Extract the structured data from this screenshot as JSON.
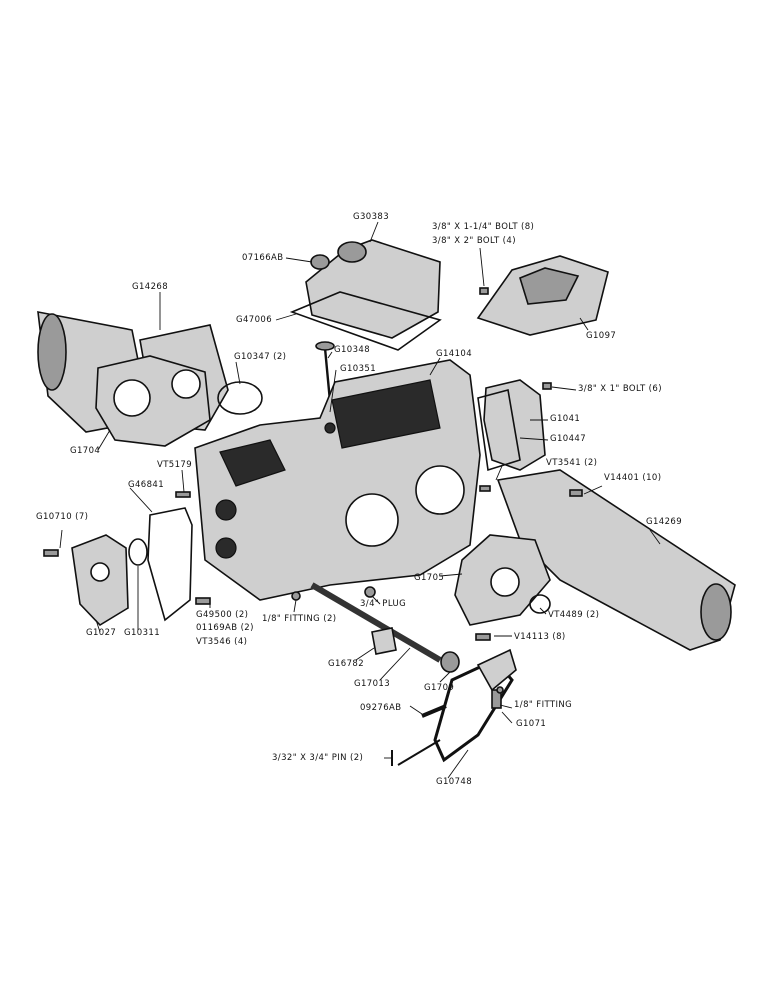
{
  "callouts": {
    "g30383": "G30383",
    "bolt_3_8_x_1_1_4": "3/8\" X 1-1/4\" BOLT (8)",
    "bolt_3_8_x_2": "3/8\" X 2\" BOLT (4)",
    "p07166ab": "07166AB",
    "g14268": "G14268",
    "g47006": "G47006",
    "g1097": "G1097",
    "g10348": "G10348",
    "g10347": "G10347 (2)",
    "g14104": "G14104",
    "g10351": "G10351",
    "bolt_3_8_x_1": "3/8\" X 1\" BOLT (6)",
    "g1704": "G1704",
    "g1041": "G1041",
    "g10447": "G10447",
    "vt5179": "VT5179",
    "vt3541": "VT3541 (2)",
    "g46841": "G46841",
    "v14401": "V14401 (10)",
    "g10710": "G10710 (7)",
    "g14269": "G14269",
    "g1705": "G1705",
    "plug_3_4": "3/4\" PLUG",
    "g1027": "G1027",
    "g10311": "G10311",
    "g49500": "G49500 (2)",
    "p01169ab": "01169AB (2)",
    "vt3546": "VT3546 (4)",
    "fitting_1_8_2": "1/8\" FITTING (2)",
    "vt4489": "VT4489 (2)",
    "v14113": "V14113 (8)",
    "g16782": "G16782",
    "g17013": "G17013",
    "g1709": "G1709",
    "p09276ab": "09276AB",
    "fitting_1_8": "1/8\" FITTING",
    "g1071": "G1071",
    "pin_3_32": "3/32\" X 3/4\" PIN (2)",
    "g10748": "G10748"
  }
}
